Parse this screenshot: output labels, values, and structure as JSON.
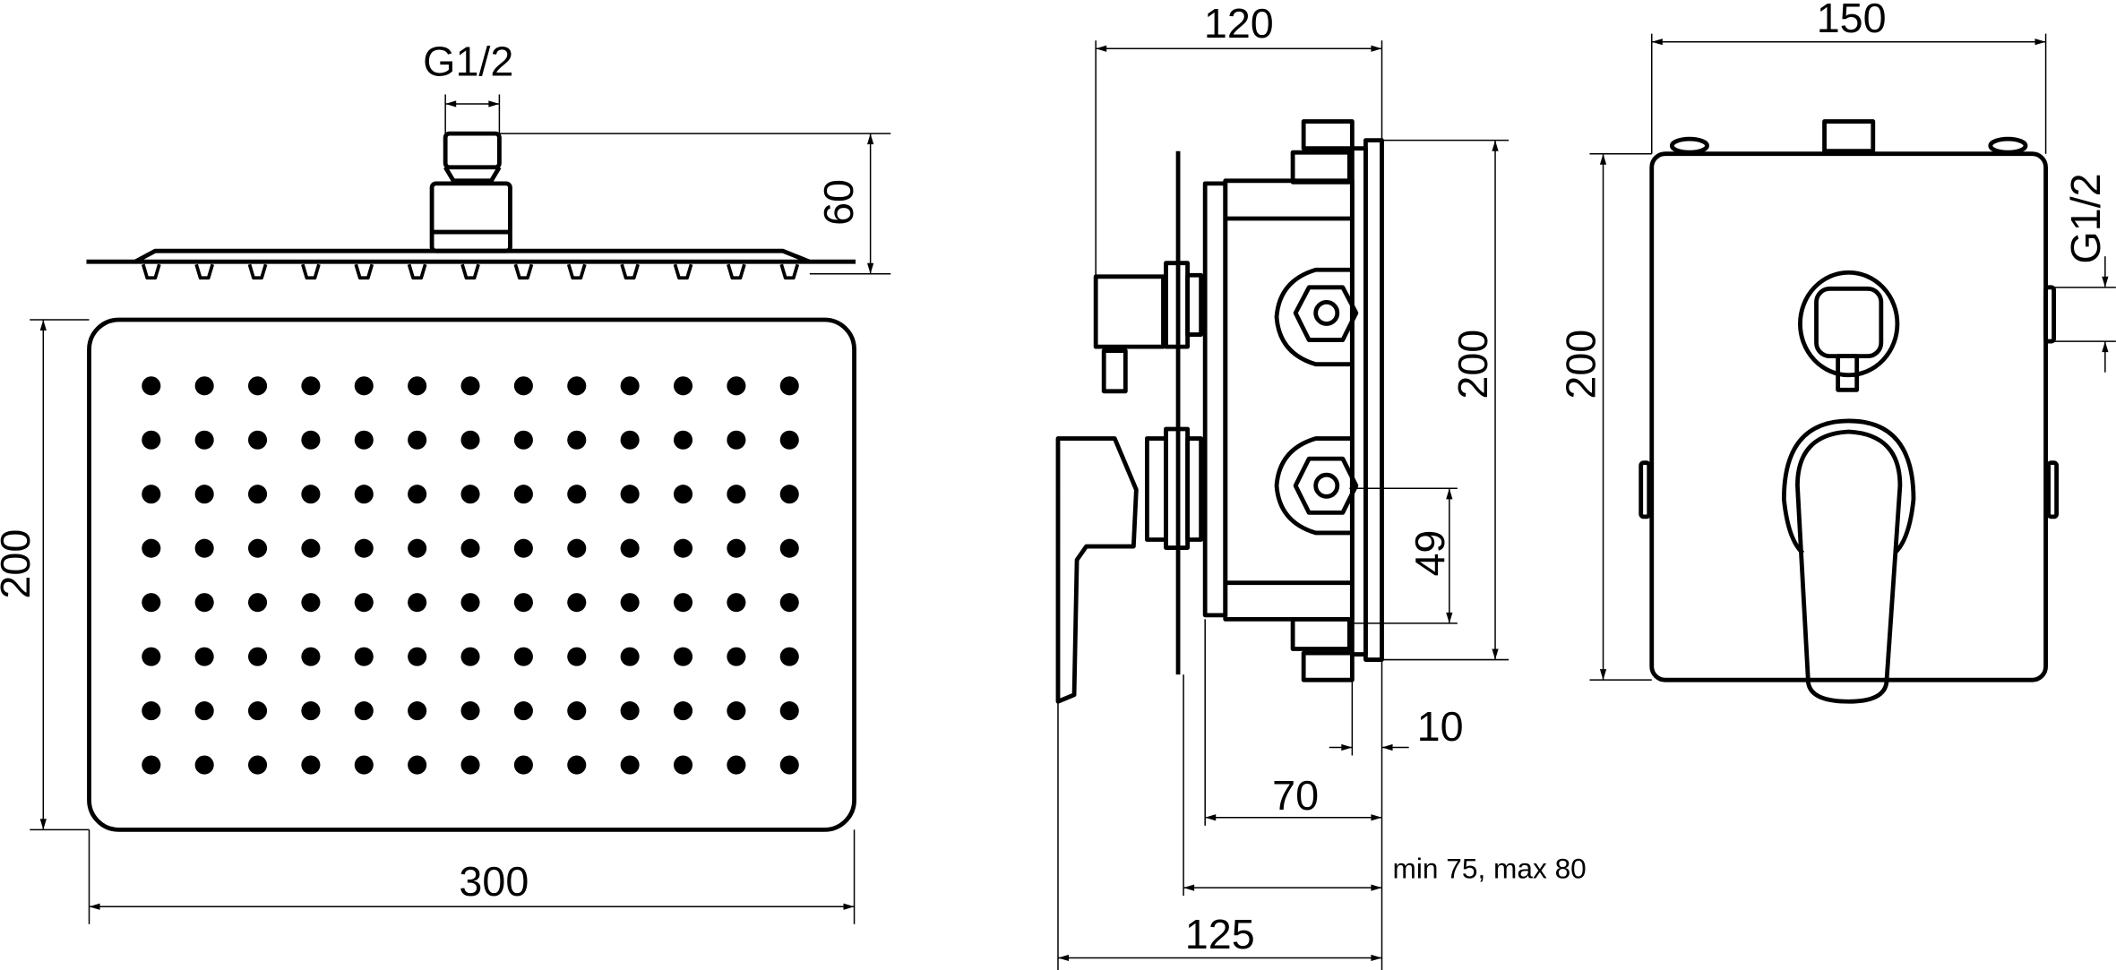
{
  "showerhead": {
    "thread_label": "G1/2",
    "height_label": "60",
    "depth_label": "200",
    "width_label": "300",
    "nozzle_grid": {
      "columns": 13,
      "rows": 8
    }
  },
  "mixer_side": {
    "depth_label": "120",
    "height_label": "200",
    "outlet_offset_label": "49",
    "plate_label": "10",
    "body_label": "70",
    "install_depth_label": "min 75, max 80",
    "total_depth_label": "125"
  },
  "mixer_front": {
    "width_label": "150",
    "height_label": "200",
    "thread_label": "G1/2"
  }
}
